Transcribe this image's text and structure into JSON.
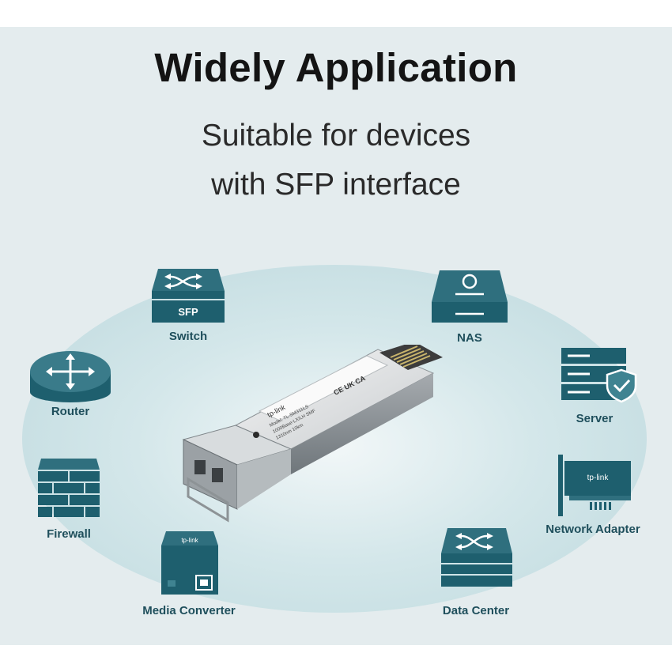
{
  "headline": "Widely Application",
  "subline": {
    "line1": "Suitable for devices",
    "line2": "with SFP interface"
  },
  "devices": {
    "switch": {
      "label": "Switch",
      "badge": "SFP"
    },
    "nas": {
      "label": "NAS"
    },
    "router": {
      "label": "Router"
    },
    "server": {
      "label": "Server"
    },
    "firewall": {
      "label": "Firewall"
    },
    "network_adapter": {
      "label": "Network Adapter",
      "brand": "tp-link"
    },
    "media_converter": {
      "label": "Media Converter",
      "brand": "tp-link"
    },
    "data_center": {
      "label": "Data Center"
    }
  },
  "module": {
    "brand": "tp-link",
    "model_line1": "Model: TL-SM311LS",
    "model_line2": "1000Base-LX/LH SMF",
    "model_line3": "1310nm 10km",
    "compliance": "CE UK CA"
  },
  "colors": {
    "icon_teal": "#1e5f6e",
    "icon_teal_light": "#3f8391",
    "label_teal": "#1f4f5c",
    "panel": "#e4ecee"
  }
}
